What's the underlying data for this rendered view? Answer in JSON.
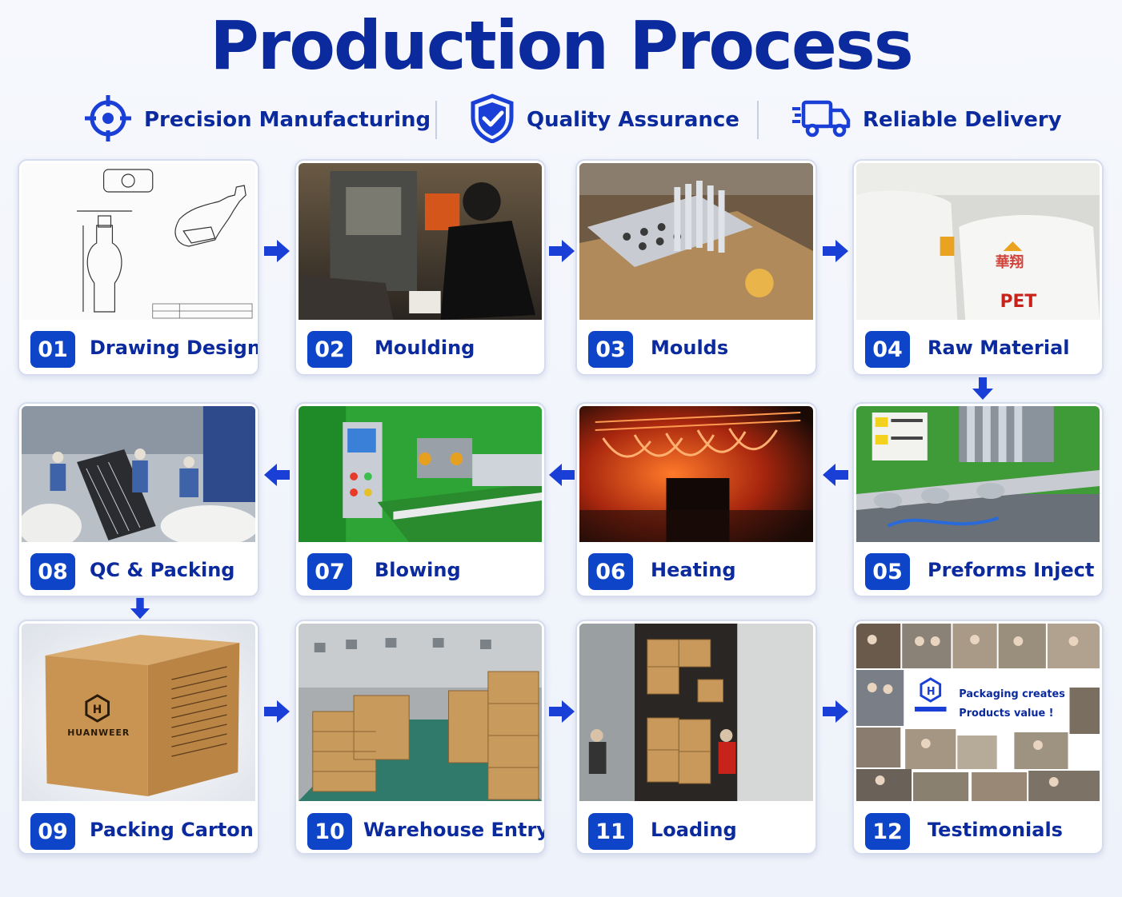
{
  "title": "Production Process",
  "features": [
    {
      "label": "Precision Manufacturing",
      "icon": "target-icon"
    },
    {
      "label": "Quality Assurance",
      "icon": "shield-check-icon"
    },
    {
      "label": "Reliable Delivery",
      "icon": "truck-icon"
    }
  ],
  "steps": [
    {
      "num": "01",
      "label": "Drawing Design"
    },
    {
      "num": "02",
      "label": "Moulding"
    },
    {
      "num": "03",
      "label": "Moulds"
    },
    {
      "num": "04",
      "label": "Raw Material"
    },
    {
      "num": "05",
      "label": "Preforms Inject"
    },
    {
      "num": "06",
      "label": "Heating"
    },
    {
      "num": "07",
      "label": "Blowing"
    },
    {
      "num": "08",
      "label": "QC & Packing"
    },
    {
      "num": "09",
      "label": "Packing Carton"
    },
    {
      "num": "10",
      "label": "Warehouse Entry"
    },
    {
      "num": "11",
      "label": "Loading"
    },
    {
      "num": "12",
      "label": "Testimonials"
    }
  ],
  "photo_text": {
    "bag_label": "PET",
    "box_brand": "HUANWEER",
    "testimonial_line1": "Packaging creates",
    "testimonial_line2": "Products value !"
  },
  "colors": {
    "title": "#0b2a9e",
    "badge": "#0e44c8",
    "arrow": "#1a3fd6"
  }
}
